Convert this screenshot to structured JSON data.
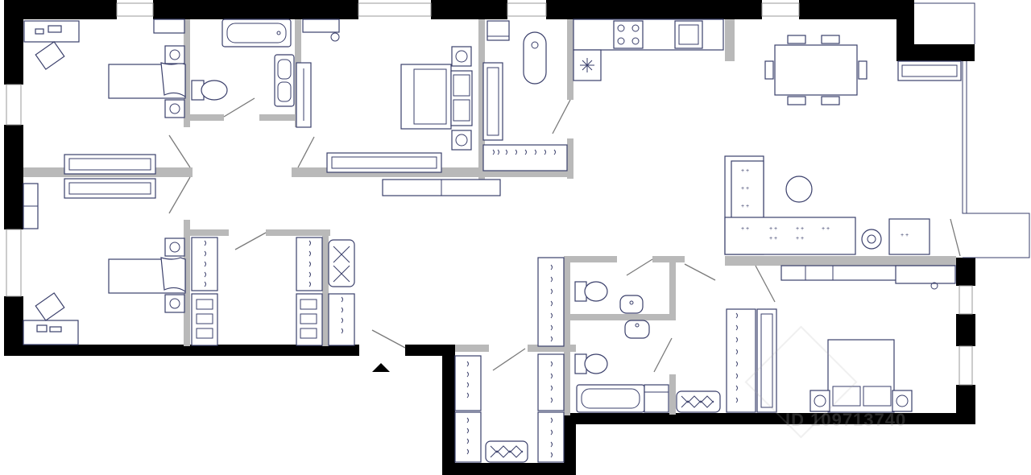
{
  "watermark": {
    "text": "ID 109713740"
  },
  "colors": {
    "wall": "#000000",
    "partition": "#b9b9b9",
    "furniture": "#3a3f6b",
    "background": "#ffffff"
  },
  "rooms": [
    "bedroom-1",
    "bedroom-2",
    "bathroom-1",
    "toilet-1",
    "living-room",
    "kitchen",
    "dining-area",
    "lounge",
    "master-bedroom",
    "bathroom-2",
    "toilet-2",
    "corridor",
    "dressing-room",
    "balcony"
  ],
  "entrance": {
    "icon": "entrance-arrow-icon"
  }
}
